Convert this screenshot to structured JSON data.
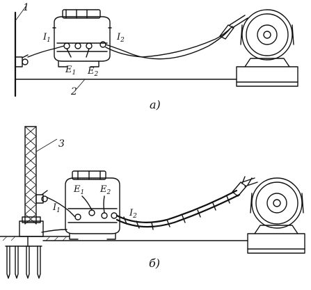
{
  "figure": {
    "callouts": [
      "1",
      "2",
      "3"
    ],
    "panel_a": {
      "label": "a)",
      "terminals": {
        "i1": "I",
        "i1_sub": "1",
        "i2": "I",
        "i2_sub": "2",
        "e1": "E",
        "e1_sub": "1",
        "e2": "E",
        "e2_sub": "2"
      }
    },
    "panel_b": {
      "label": "б)",
      "terminals": {
        "i1": "I",
        "i1_sub": "1",
        "i2": "I",
        "i2_sub": "2",
        "e1": "E",
        "e1_sub": "1",
        "e2": "E",
        "e2_sub": "2"
      }
    }
  }
}
